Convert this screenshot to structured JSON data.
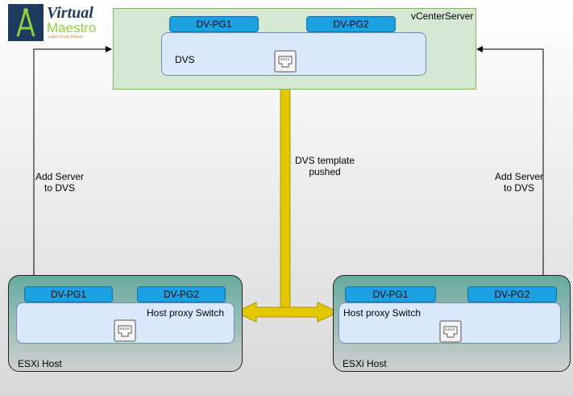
{
  "logo": {
    "line1": "Virtual",
    "line2": "Maestro",
    "tagline": "Learn Excel Deliver"
  },
  "vcenter": {
    "label": "vCenterServer",
    "pg1": "DV-PG1",
    "pg2": "DV-PG2",
    "switch_label": "DVS",
    "port_icon": "ethernet-port-icon"
  },
  "hosts": [
    {
      "label": "ESXi Host",
      "pg1": "DV-PG1",
      "pg2": "DV-PG2",
      "switch_label": "Host proxy Switch"
    },
    {
      "label": "ESXi Host",
      "pg1": "DV-PG1",
      "pg2": "DV-PG2",
      "switch_label": "Host proxy Switch"
    }
  ],
  "edges": {
    "left": [
      "Add Server",
      "to DVS"
    ],
    "right": [
      "Add Server",
      "to DVS"
    ],
    "center": [
      "DVS template",
      "pushed"
    ]
  },
  "colors": {
    "vcenter_fill": "#d5e8d4",
    "switch_fill": "#dae8fc",
    "pg_fill": "#1ba1e2",
    "host_fill": "#67ab9f",
    "arrow_yellow": "#e3c800"
  }
}
